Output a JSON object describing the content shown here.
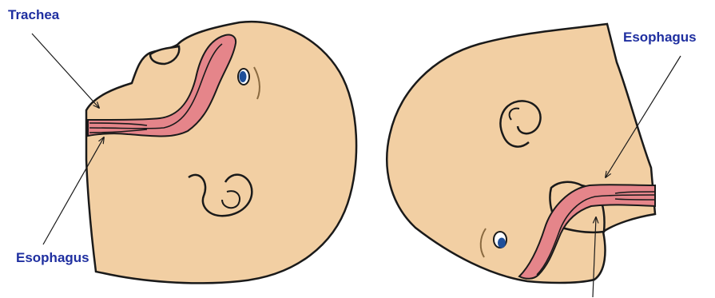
{
  "labels": {
    "left_trachea": "Trachea",
    "left_esophagus": "Esophagus",
    "right_esophagus": "Esophagus"
  },
  "colors": {
    "label_text": "#1f2fa0",
    "skin": "#f2cfa3",
    "airway": "#e5858a",
    "outline": "#1a1a1a",
    "eye_iris": "#1f4f9a"
  }
}
